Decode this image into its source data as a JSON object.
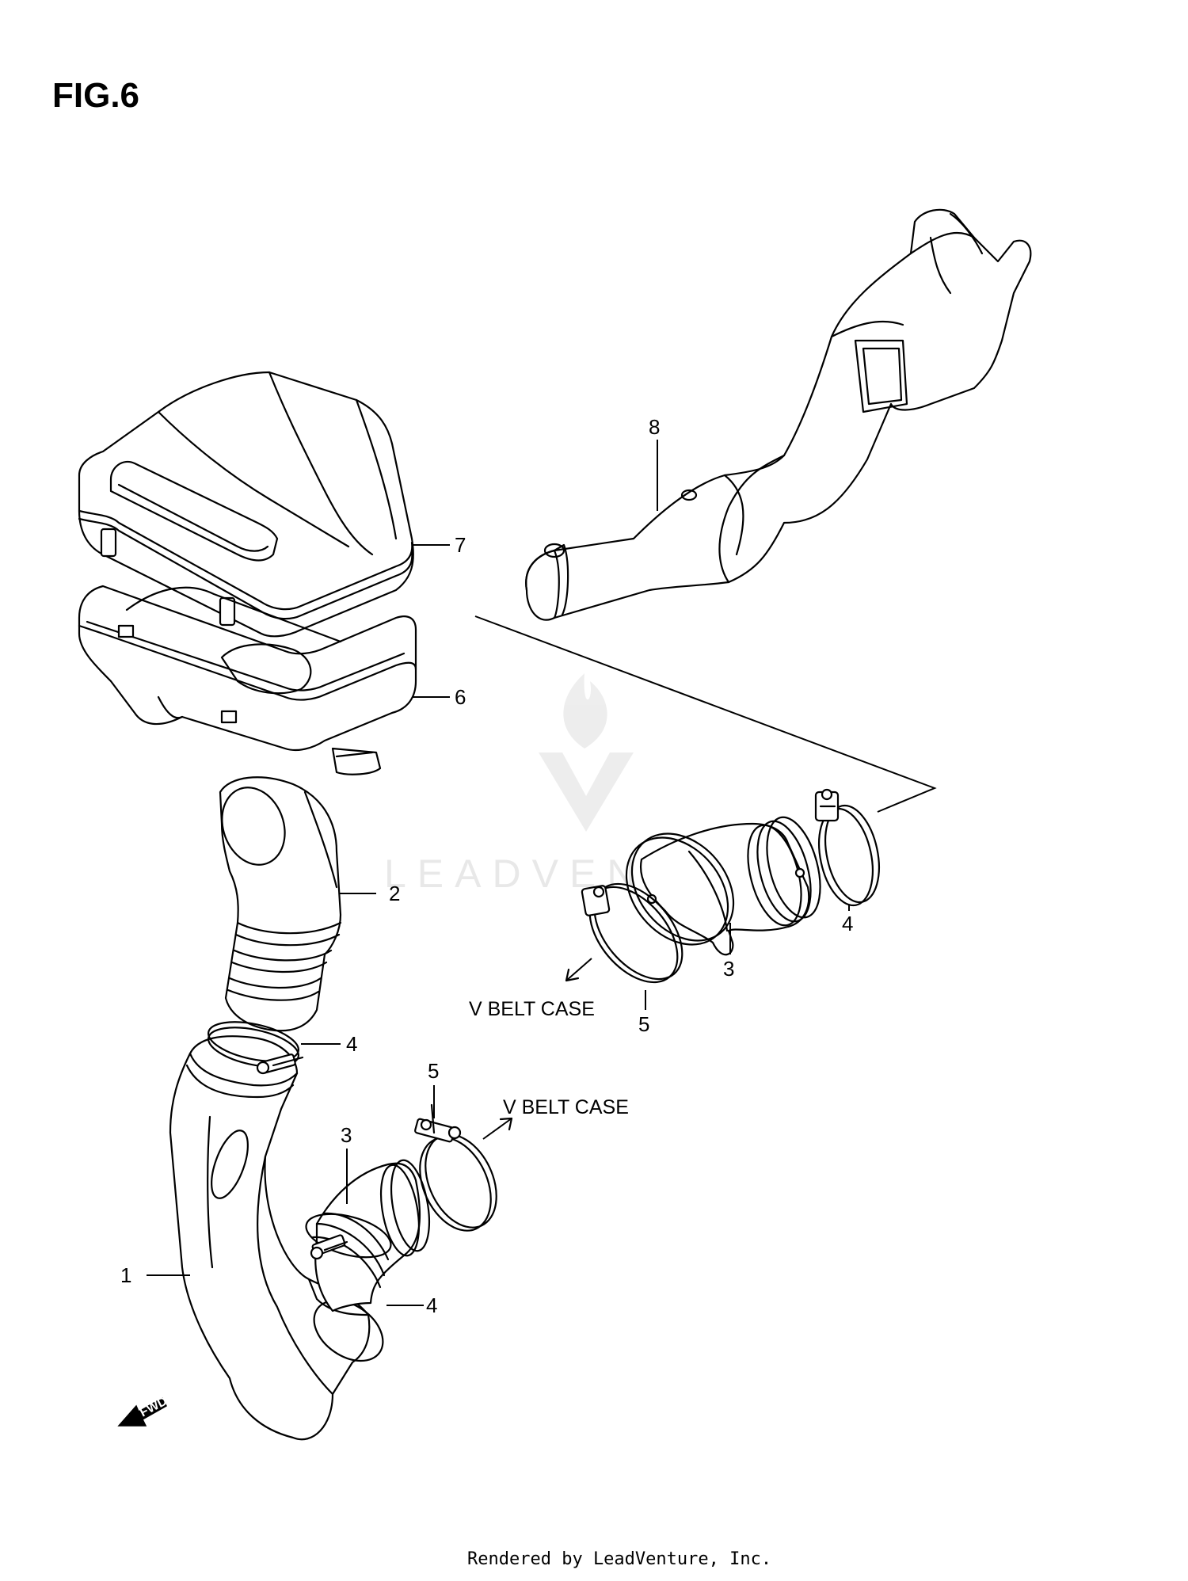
{
  "figure": {
    "title": "FIG.6",
    "watermark": "LEADVENTURE",
    "footer": "Rendered by LeadVenture, Inc.",
    "fwd_label": "FWD"
  },
  "callouts": {
    "p1": "1",
    "p2": "2",
    "p3_lower": "3",
    "p3_upper": "3",
    "p4_lower": "4",
    "p4_middle": "4",
    "p4_upper": "4",
    "p5_lower": "5",
    "p5_upper": "5",
    "p6": "6",
    "p7": "7",
    "p8": "8"
  },
  "notes": {
    "v_belt_case_left": "V BELT CASE",
    "v_belt_case_right": "V BELT CASE"
  }
}
